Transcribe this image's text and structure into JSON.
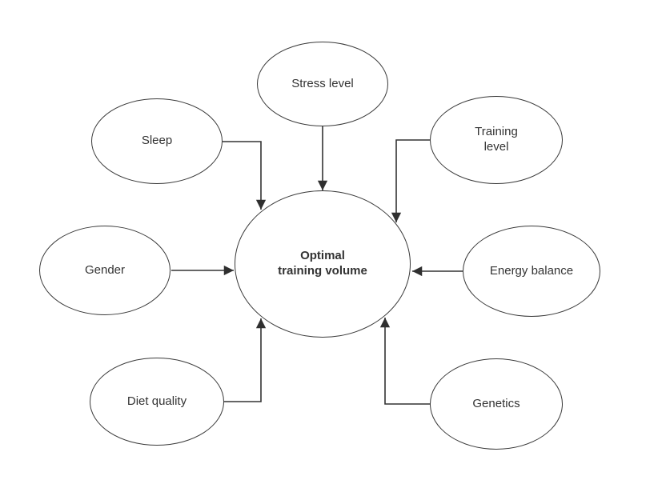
{
  "diagram": {
    "type": "concept-map",
    "background_color": "#ffffff",
    "stroke_color": "#333333",
    "text_color": "#333333",
    "center_node": {
      "id": "optimal-training-volume",
      "label": "Optimal\ntraining volume"
    },
    "nodes": [
      {
        "id": "stress-level",
        "label": "Stress level"
      },
      {
        "id": "sleep",
        "label": "Sleep"
      },
      {
        "id": "training-level",
        "label": "Training\nlevel"
      },
      {
        "id": "gender",
        "label": "Gender"
      },
      {
        "id": "energy-balance",
        "label": "Energy balance"
      },
      {
        "id": "diet-quality",
        "label": "Diet quality"
      },
      {
        "id": "genetics",
        "label": "Genetics"
      }
    ],
    "edges": [
      {
        "from": "stress-level",
        "to": "optimal-training-volume",
        "style": "straight-arrow"
      },
      {
        "from": "sleep",
        "to": "optimal-training-volume",
        "style": "elbow-arrow"
      },
      {
        "from": "training-level",
        "to": "optimal-training-volume",
        "style": "elbow-arrow"
      },
      {
        "from": "gender",
        "to": "optimal-training-volume",
        "style": "straight-arrow"
      },
      {
        "from": "energy-balance",
        "to": "optimal-training-volume",
        "style": "straight-arrow"
      },
      {
        "from": "diet-quality",
        "to": "optimal-training-volume",
        "style": "elbow-arrow"
      },
      {
        "from": "genetics",
        "to": "optimal-training-volume",
        "style": "elbow-arrow"
      }
    ]
  }
}
